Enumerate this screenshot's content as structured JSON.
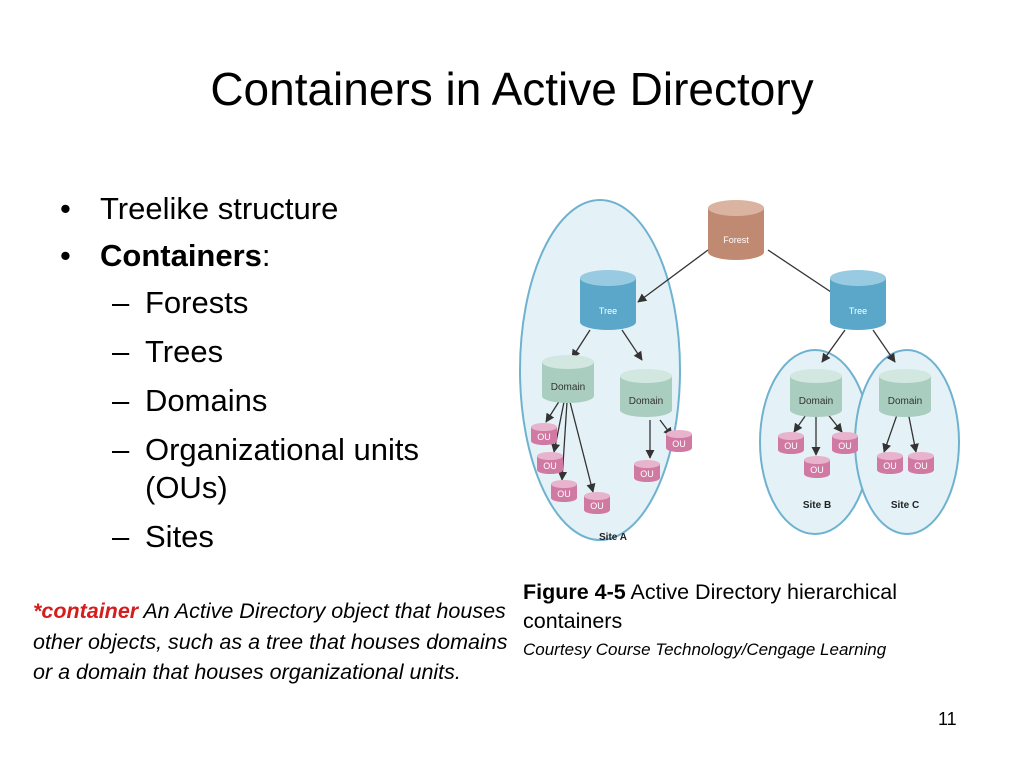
{
  "title": "Containers in Active Directory",
  "bullets": {
    "item1": "Treelike structure",
    "item2_bold": "Containers",
    "item2_suffix": ":",
    "sub": [
      "Forests",
      "Trees",
      "Domains",
      "Organizational units",
      "(OUs)",
      "Sites"
    ]
  },
  "note": {
    "term": "*container",
    "definition": " An Active Directory object that houses other objects, such as a tree that houses domains or a domain that houses organizational units."
  },
  "figure": {
    "label": "Figure 4-5",
    "caption": " Active Directory hierarchical containers",
    "credit": "Courtesy Course Technology/Cengage Learning"
  },
  "diagram": {
    "forest": "Forest",
    "tree": "Tree",
    "domain": "Domain",
    "ou": "OU",
    "site_a": "Site A",
    "site_b": "Site B",
    "site_c": "Site C"
  },
  "colors": {
    "forest": "#c08a72",
    "tree": "#5aa7c9",
    "domain": "#a9cdbf",
    "ou": "#d07aa3",
    "site_fill": "#e4f2f8",
    "site_border": "#6fb2cf",
    "accent": "#d41e1e"
  },
  "page_number": "11"
}
